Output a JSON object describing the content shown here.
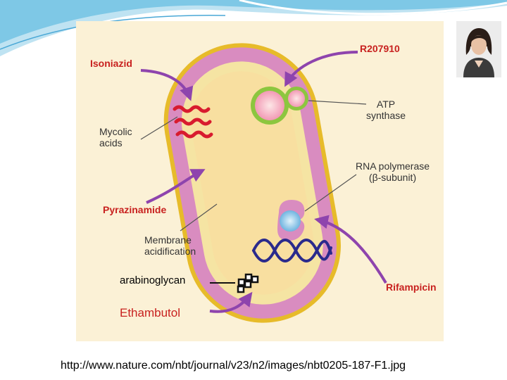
{
  "labels": {
    "isoniazid": "Isoniazid",
    "r207910": "R207910",
    "atp_synthase": "ATP\nsynthase",
    "mycolic_acids": "Mycolic\nacids",
    "rna_polymerase": "RNA polymerase\n(β-subunit)",
    "pyrazinamide": "Pyrazinamide",
    "membrane_acidification": "Membrane\nacidification",
    "arabinoglycan": "arabinoglycan",
    "rifampicin": "Rifampicin",
    "ethambutol": "Ethambutol"
  },
  "caption": "http://www.nature.com/nbt/journal/v23/n2/images/nbt0205-187-F1.jpg",
  "colors": {
    "drug_text": "#c8211f",
    "arrow": "#8e44ad",
    "cell_wall": "#e0b020",
    "membrane": "#d98cc0",
    "cytoplasm": "#f8dfa0",
    "background": "#fbf1d6"
  }
}
